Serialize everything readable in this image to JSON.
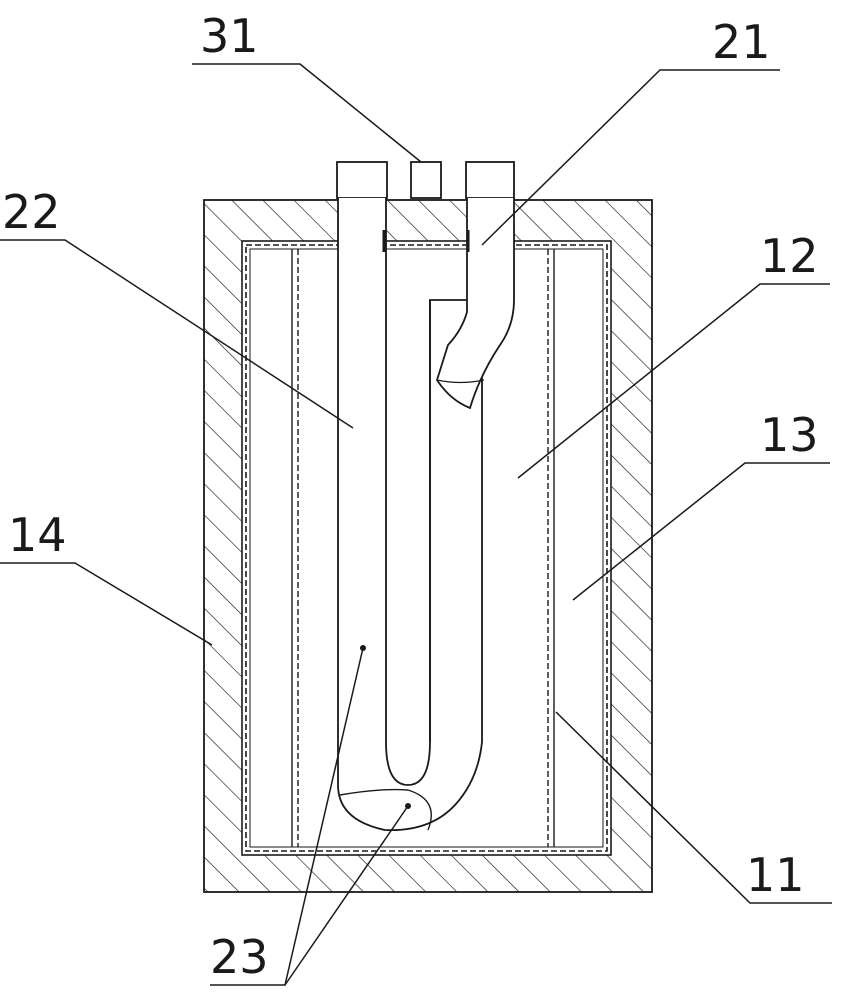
{
  "figure": {
    "callouts": [
      {
        "id": "31",
        "label": "31"
      },
      {
        "id": "21",
        "label": "21"
      },
      {
        "id": "22",
        "label": "22"
      },
      {
        "id": "12",
        "label": "12"
      },
      {
        "id": "13",
        "label": "13"
      },
      {
        "id": "14",
        "label": "14"
      },
      {
        "id": "11",
        "label": "11"
      },
      {
        "id": "23",
        "label": "23"
      }
    ],
    "colors": {
      "line": "#1a1a1a",
      "background": "#ffffff"
    }
  }
}
